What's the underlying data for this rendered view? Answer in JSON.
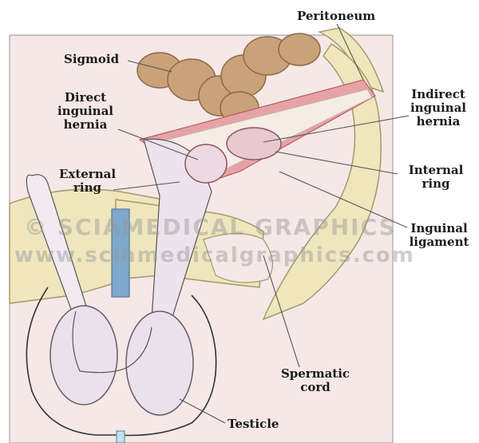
{
  "labels": {
    "peritoneum": "Peritoneum",
    "sigmoid": "Sigmoid",
    "direct_hernia": [
      "Direct",
      "inguinal",
      "hernia"
    ],
    "indirect_hernia": [
      "Indirect",
      "inguinal",
      "hernia"
    ],
    "external_ring": [
      "External",
      "ring"
    ],
    "internal_ring": [
      "Internal",
      "ring"
    ],
    "inguinal_ligament": [
      "Inguinal",
      "ligament"
    ],
    "spermatic_cord": [
      "Spermatic",
      "cord"
    ],
    "testicle": "Testicle"
  },
  "watermark": {
    "line1": "© SCIAMEDICAL GRAPHICS",
    "line2": "www.sciamedicalgraphics.com"
  },
  "colors": {
    "background_panel": "#f5e8e6",
    "bone": "#efe6bd",
    "bone_edge": "#a39a6a",
    "sigmoid": "#c9a27a",
    "hernia_sac": "#e8c9cf",
    "tissue_red": "#c9626a",
    "scrotum_outline": "#333333",
    "testis": "#ebe1ec",
    "symphysis": "#7fa7c9"
  }
}
